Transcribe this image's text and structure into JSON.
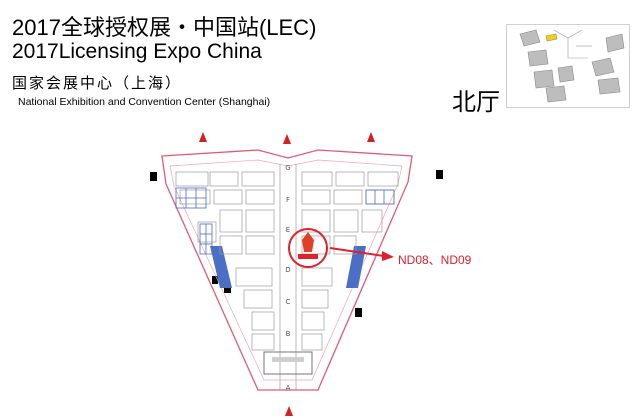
{
  "header": {
    "title_cn": "2017全球授权展・中国站(LEC)",
    "title_en": "2017Licensing Expo China",
    "venue_cn": "国家会展中心（上海）",
    "venue_en": "National Exhibition and Convention Center (Shanghai)"
  },
  "map": {
    "hall_name": "北厅",
    "booth_callout": "ND08、ND09",
    "row_labels": [
      "G",
      "F",
      "E",
      "D",
      "C",
      "B",
      "A"
    ],
    "colors": {
      "outline": "#e05a7a",
      "booth_line": "#9a9a9a",
      "grid_blue": "#4a6fc4",
      "highlight_circle": "#e0202a",
      "arrow": "#e0202a",
      "minimap_block": "#bdbdbd",
      "minimap_highlight": "#f2d200"
    }
  }
}
